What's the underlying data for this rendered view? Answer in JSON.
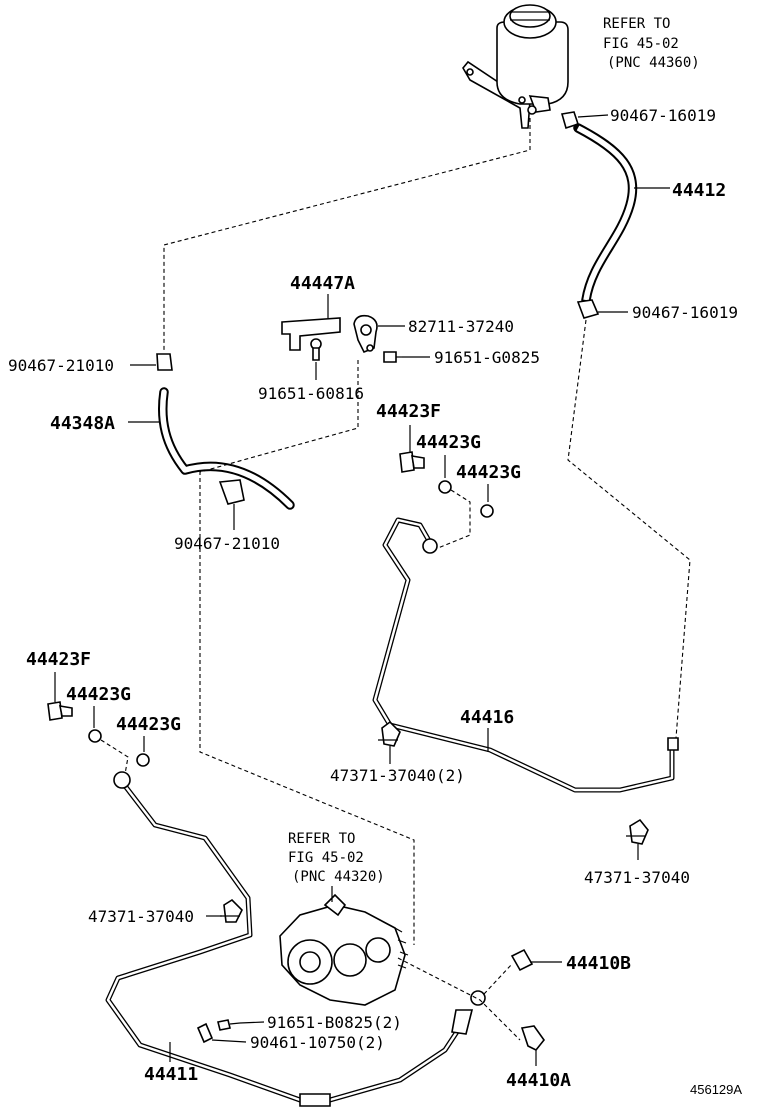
{
  "refs": {
    "reservoir": {
      "line1": "REFER TO",
      "line2": "FIG 45-02",
      "line3": "(PNC 44360)"
    },
    "pump": {
      "line1": "REFER TO",
      "line2": "FIG 45-02",
      "line3": "(PNC 44320)"
    }
  },
  "labels": {
    "clamp_top": "90467-16019",
    "hose_44412": "44412",
    "clamp_mid_right": "90467-16019",
    "bracket_44447A": "44447A",
    "clamp_82711": "82711-37240",
    "bolt_91651_G": "91651-G0825",
    "bolt_91651_6": "91651-60816",
    "clamp_left": "90467-21010",
    "hose_44348A": "44348A",
    "clamp_lower_left": "90467-21010",
    "union_bolt_right": "44423F",
    "gasket_right_1": "44423G",
    "gasket_right_2": "44423G",
    "pipe_44416": "44416",
    "clamp_47371_2": "47371-37040(2)",
    "clamp_47371_right": "47371-37040",
    "union_bolt_left": "44423F",
    "gasket_left_1": "44423G",
    "gasket_left_2": "44423G",
    "clamp_47371_left": "47371-37040",
    "bolt_91651_B": "91651-B0825(2)",
    "bolt_90461": "90461-10750(2)",
    "hose_44411": "44411",
    "union_44410B": "44410B",
    "union_44410A": "44410A",
    "figure_id": "456129A"
  }
}
